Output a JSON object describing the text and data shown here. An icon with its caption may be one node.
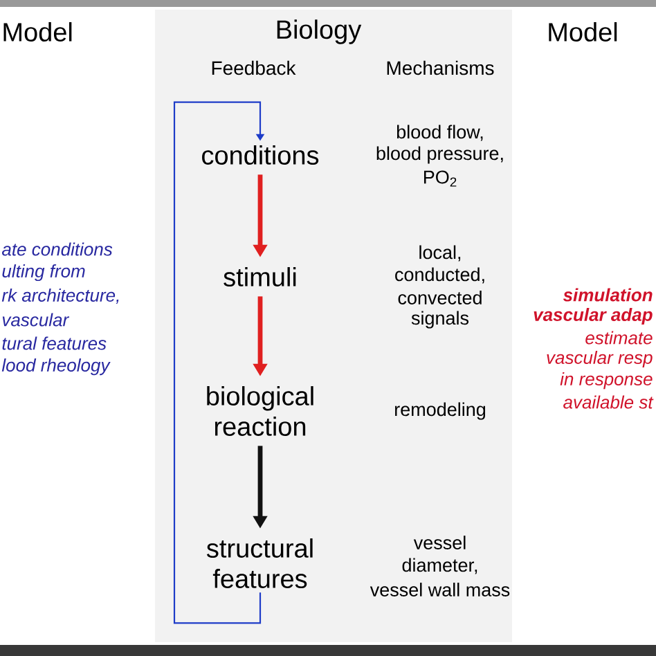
{
  "diagram": {
    "nodes": [
      {
        "text": [
          "conditions"
        ]
      },
      {
        "text": [
          "stimuli"
        ]
      },
      {
        "text": [
          "biological reaction"
        ]
      },
      {
        "text": [
          "structural features"
        ]
      }
    ],
    "edges": [
      {
        "from": 0,
        "to": 1,
        "arrow": "to",
        "color": "#e02020"
      },
      {
        "from": 1,
        "to": 2,
        "arrow": "to",
        "color": "#e02020"
      },
      {
        "from": 2,
        "to": 3,
        "arrow": "to",
        "color": "#111111"
      },
      {
        "from": 3,
        "to": 0,
        "arrow": "to",
        "color": "#1e3cc8"
      }
    ],
    "labels": [
      "Model",
      "Biology",
      "Model",
      "Feedback",
      "Mechanisms",
      "blood flow,",
      "blood pressure,",
      "PO$_{2}$",
      "local,",
      "conducted,",
      "convected",
      "signals",
      "remodeling",
      "vessel",
      "diameter,",
      "vessel wall mass",
      "ate conditions",
      "ulting from",
      "rk architecture,",
      "vascular",
      "tural features",
      "lood rheology",
      "simulation",
      "vascular adap",
      "estimate",
      "vascular resp",
      "in response",
      "available st"
    ]
  }
}
